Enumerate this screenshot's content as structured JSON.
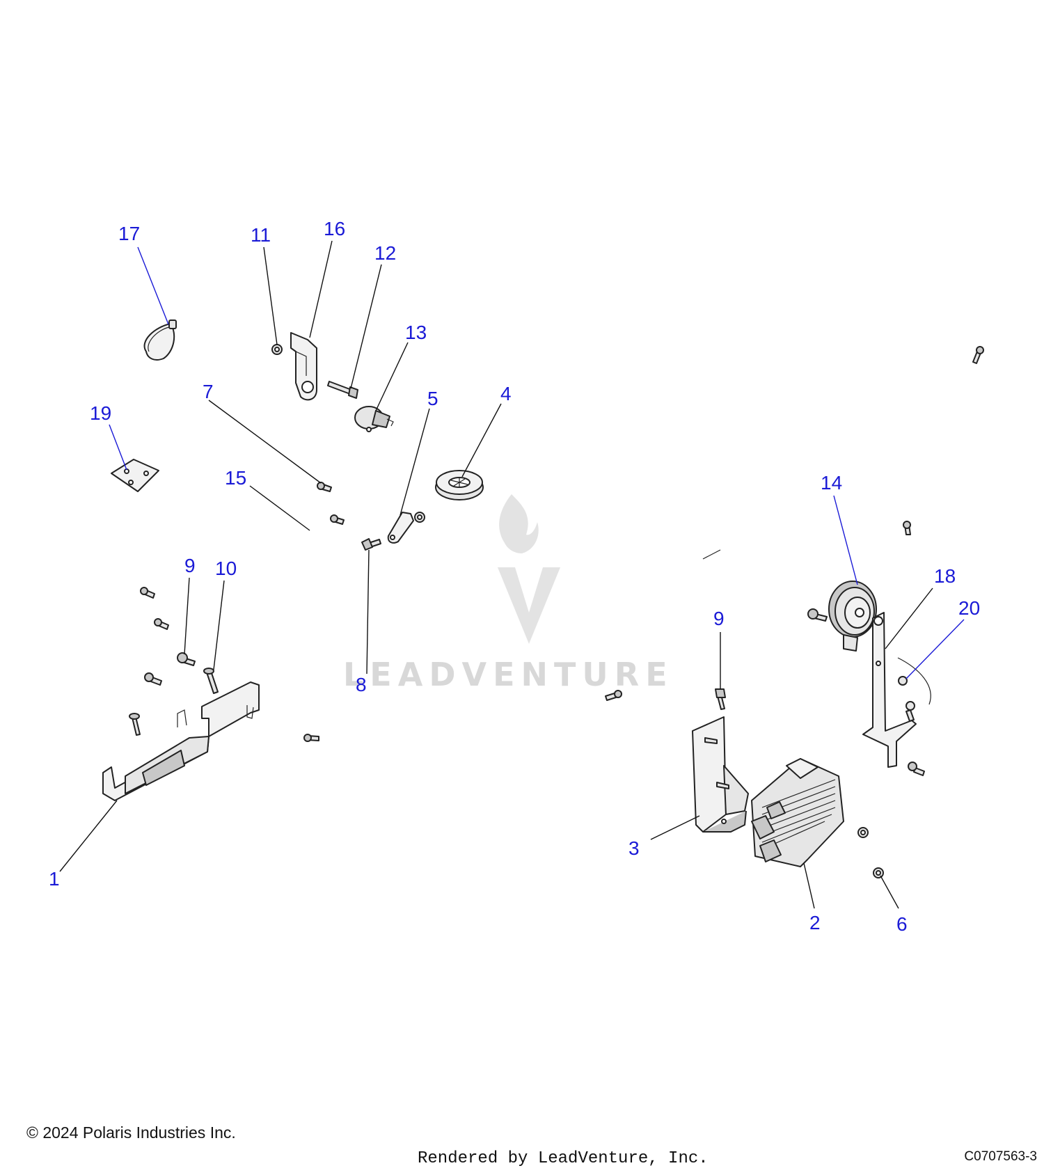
{
  "callouts": {
    "c1": "1",
    "c2": "2",
    "c3": "3",
    "c4": "4",
    "c5": "5",
    "c6": "6",
    "c7": "7",
    "c8": "8",
    "c9a": "9",
    "c9b": "9",
    "c10": "10",
    "c11": "11",
    "c12": "12",
    "c13": "13",
    "c14": "14",
    "c15": "15",
    "c16": "16",
    "c17": "17",
    "c18": "18",
    "c19": "19",
    "c20": "20"
  },
  "watermark": "LEADVENTURE",
  "footer": {
    "copyright": "© 2024 Polaris Industries Inc.",
    "rendered_by": "Rendered by LeadVenture, Inc.",
    "figure_code": "C0707563-3"
  },
  "colors": {
    "callout": "#1a1ad6",
    "line": "#111111",
    "part_fill": "#e6e6e6",
    "watermark": "#d8d8d8"
  }
}
